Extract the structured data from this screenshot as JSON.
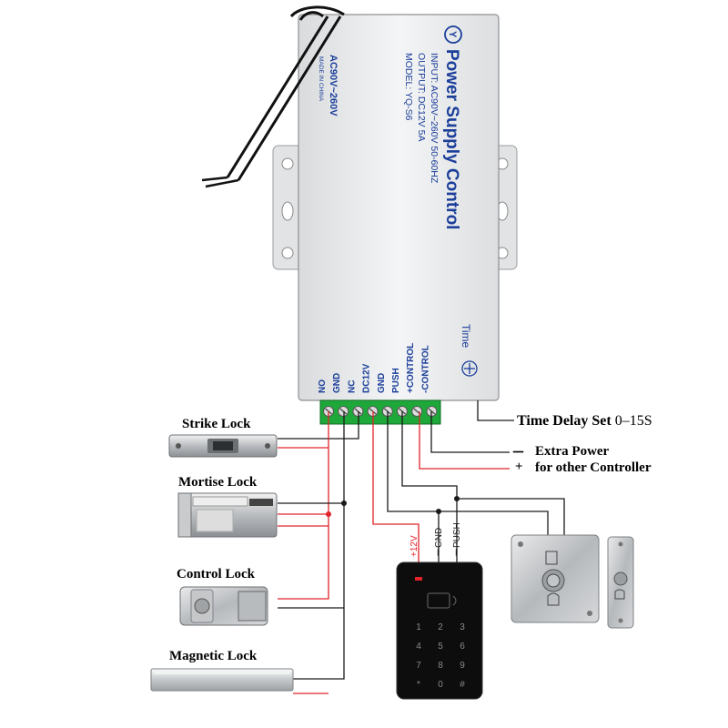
{
  "power_supply": {
    "brand_title": "Power Supply Control",
    "spec_input": "INPUT: AC90V~260V 50-60HZ",
    "spec_output": "OUTPUT: DC12V 5A",
    "spec_model": "MODEL: YQ-S6",
    "voltage_label": "AC90V~260V",
    "made_in": "MADE IN CHINA",
    "time_label": "Time",
    "terminals": [
      "NO",
      "GND",
      "NC",
      "DC12V",
      "GND",
      "PUSH",
      "+CONTROL",
      "-CONTROL"
    ]
  },
  "locks": {
    "strike": "Strike Lock",
    "mortise": "Mortise Lock",
    "control": "Control Lock",
    "magnetic": "Magnetic Lock"
  },
  "annotations": {
    "time_delay": "Time Delay Set",
    "time_range": "0–15S",
    "minus_sign": "－",
    "plus_sign": "+",
    "extra_power": "Extra Power",
    "other_controller": "for other Controller"
  },
  "wire_labels": {
    "plus12v": "+12V",
    "gnd": "－GND",
    "push": "－PUSH"
  },
  "keypad_keys": [
    "1",
    "2",
    "3",
    "4",
    "5",
    "6",
    "7",
    "8",
    "9",
    "*",
    "0",
    "#"
  ],
  "colors": {
    "wire_black": "#1a1a1a",
    "wire_red": "#e0242a",
    "label_red": "#e0242a",
    "terminal_green": "#1ea83a",
    "title_blue": "#1a3e9a"
  }
}
